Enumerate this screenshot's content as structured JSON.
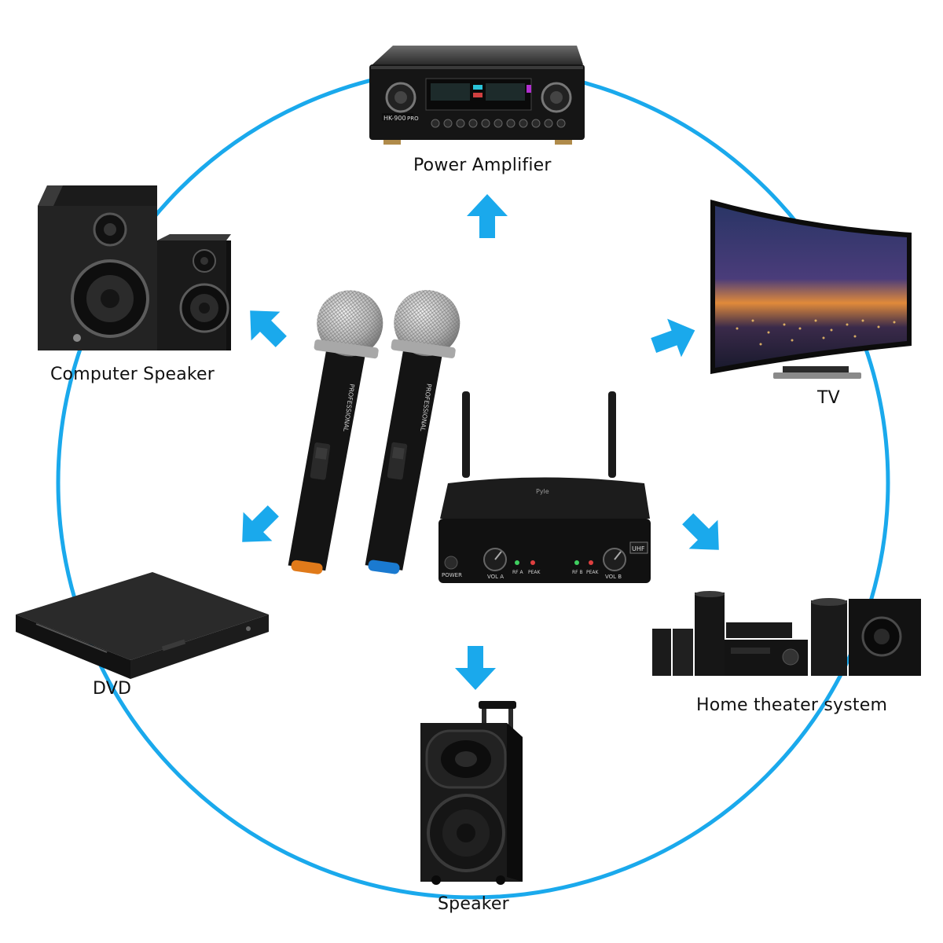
{
  "labels": {
    "power_amplifier": "Power Amplifier",
    "computer_speaker": "Computer Speaker",
    "tv": "TV",
    "dvd": "DVD",
    "home_theater": "Home theater system",
    "speaker": "Speaker"
  },
  "amplifier_text": {
    "model": "HK-900",
    "badge": "PRO"
  },
  "receiver_text": {
    "brand": "Pyle",
    "band": "UHF",
    "power": "POWER",
    "vol_a": "VOL A",
    "vol_b": "VOL B",
    "rf_a": "RF A",
    "peak_a": "PEAK",
    "rf_b": "RF B",
    "peak_b": "PEAK"
  },
  "mic_text": {
    "left": "PROFESSIONAL",
    "right": "PROFESSIONAL"
  },
  "colors": {
    "ring": "#1aa9ec",
    "arrow": "#1aa9ec",
    "device": "#151515"
  }
}
